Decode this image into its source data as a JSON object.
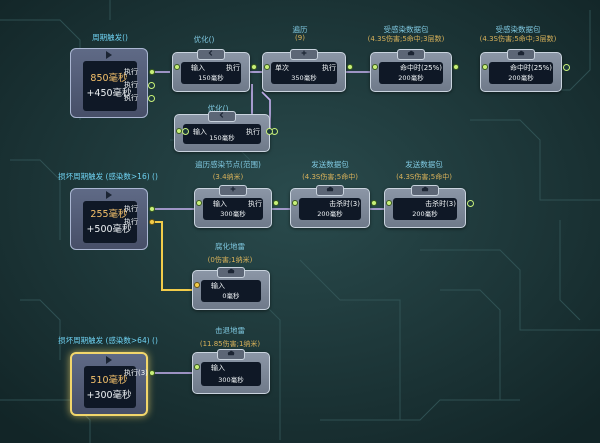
{
  "triggers": [
    {
      "title": "周期触发()",
      "line1": "850毫秒",
      "line2": "+450毫秒",
      "outputs": [
        "执行",
        "执行",
        "执行"
      ]
    },
    {
      "title": "损坏周期触发 (感染数>16) ()",
      "line1": "255毫秒",
      "line2": "+500毫秒",
      "outputs": [
        "执行",
        "执行"
      ]
    },
    {
      "title": "损坏周期触发 (感染数>64) ()",
      "line1": "510毫秒",
      "line2": "+300毫秒",
      "outputs": [
        "执行(3)"
      ]
    }
  ],
  "nodes": [
    {
      "title": "优化()",
      "sub": "",
      "in": "输入",
      "out": "执行",
      "cost": "150毫秒"
    },
    {
      "title": "遍历",
      "sub": "(9)",
      "in": "单次",
      "out": "执行",
      "cost": "350毫秒"
    },
    {
      "title": "受感染数据包",
      "sub": "(4.3S伤害;5命中;3层数)",
      "in": "",
      "out": "命中时(25%)",
      "cost": "200毫秒"
    },
    {
      "title": "受感染数据包",
      "sub": "(4.3S伤害;5命中;3层数)",
      "in": "",
      "out": "命中时(25%)",
      "cost": "200毫秒"
    },
    {
      "title": "优化()",
      "sub": "",
      "in": "输入",
      "out": "执行",
      "cost": "150毫秒"
    },
    {
      "title": "遍历感染节点(范围)",
      "sub": "(3.4纳米)",
      "in": "输入",
      "out": "执行",
      "cost": "300毫秒"
    },
    {
      "title": "发送数据包",
      "sub": "(4.3S伤害;5命中)",
      "in": "",
      "out": "击杀时(3)",
      "cost": "200毫秒"
    },
    {
      "title": "发送数据包",
      "sub": "(4.3S伤害;5命中)",
      "in": "",
      "out": "击杀时(3)",
      "cost": "200毫秒"
    },
    {
      "title": "腐化地雷",
      "sub": "(0伤害;1纳米)",
      "in": "输入",
      "out": "",
      "cost": "0毫秒"
    },
    {
      "title": "击退地雷",
      "sub": "(11.85伤害;1纳米)",
      "in": "输入",
      "out": "",
      "cost": "300毫秒"
    }
  ],
  "colors": {
    "wire": "#c7b2f2",
    "wire_gold": "#f2cc4a",
    "port": "#c8f07a",
    "accent": "#f6c26b"
  }
}
